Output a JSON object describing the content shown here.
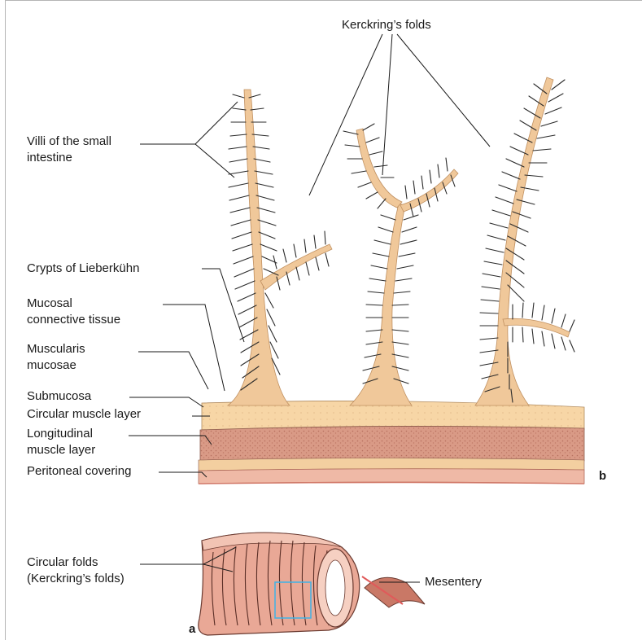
{
  "labels": {
    "kerckring_top": "Kerckring’s folds",
    "villi_1": "Villi of the small",
    "villi_2": "intestine",
    "crypts": "Crypts of Lieberkühn",
    "mucosal_1": "Mucosal",
    "mucosal_2": "connective tissue",
    "muscularis_1": "Muscularis",
    "muscularis_2": "mucosae",
    "submucosa": "Submucosa",
    "circular_muscle": "Circular muscle layer",
    "longitudinal_1": "Longitudinal",
    "longitudinal_2": "muscle layer",
    "peritoneal": "Peritoneal covering",
    "circular_folds_1": "Circular folds",
    "circular_folds_2": "(Kerckring’s folds)",
    "mesentery": "Mesentery"
  },
  "panels": {
    "b": "b",
    "a": "a"
  },
  "colors": {
    "submucosa": "#f7d6a6",
    "muscle": "#d99a86",
    "peritoneum": "#efb9a6",
    "villus_core": "#f0c89a",
    "tube_outer": "#e9a896",
    "highlight_box": "#3fb2e6",
    "frame": "#b5b5b5"
  }
}
